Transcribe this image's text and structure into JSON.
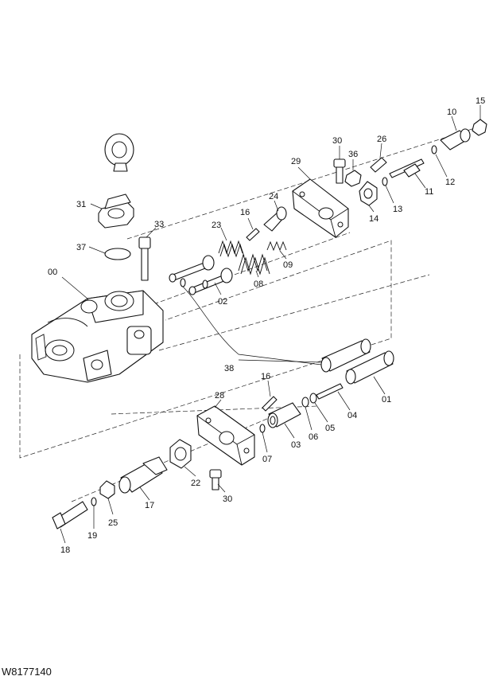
{
  "drawing_code": "W8177140",
  "callouts": [
    "00",
    "01",
    "02",
    "03",
    "04",
    "05",
    "06",
    "07",
    "08",
    "09",
    "10",
    "11",
    "12",
    "13",
    "14",
    "15",
    "16",
    "17",
    "18",
    "19",
    "22",
    "23",
    "24",
    "25",
    "26",
    "28",
    "29",
    "30",
    "31",
    "33",
    "36",
    "37",
    "38"
  ]
}
